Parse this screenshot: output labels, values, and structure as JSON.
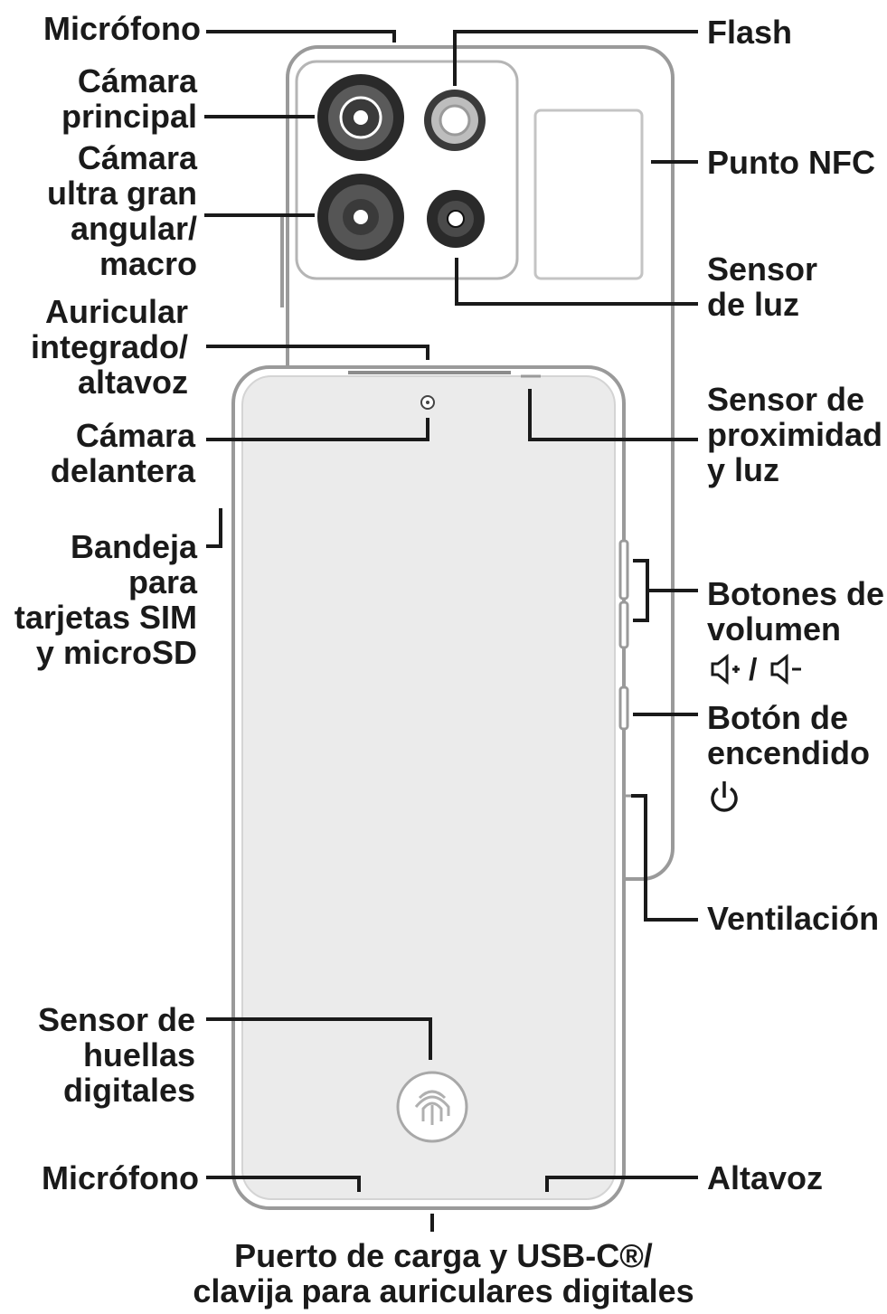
{
  "labels": {
    "microfono_top": [
      "Micrófono"
    ],
    "camara_principal": [
      "Cámara",
      "principal"
    ],
    "camara_ultra": [
      "Cámara",
      "ultra gran",
      "angular/",
      "macro"
    ],
    "auricular": [
      "Auricular",
      "integrado/",
      "altavoz"
    ],
    "camara_delantera": [
      "Cámara",
      "delantera"
    ],
    "bandeja": [
      "Bandeja",
      "para",
      "tarjetas SIM",
      "y microSD"
    ],
    "sensor_huellas": [
      "Sensor de",
      "huellas",
      "digitales"
    ],
    "microfono_bottom": [
      "Micrófono"
    ],
    "flash": [
      "Flash"
    ],
    "punto_nfc": [
      "Punto NFC"
    ],
    "sensor_luz": [
      "Sensor",
      "de luz"
    ],
    "sensor_proximidad": [
      "Sensor de",
      "proximidad",
      "y luz"
    ],
    "botones_volumen": [
      "Botones de",
      "volumen"
    ],
    "boton_encendido": [
      "Botón de",
      "encendido"
    ],
    "ventilacion": [
      "Ventilación"
    ],
    "altavoz": [
      "Altavoz"
    ],
    "puerto_carga": [
      "Puerto de carga y USB-C®/",
      "clavija para auriculares digitales"
    ]
  },
  "icons": {
    "volume": [
      "volume-up-icon",
      "volume-down-icon"
    ],
    "power": "power-icon",
    "fingerprint": "fingerprint-icon"
  },
  "colors": {
    "line": "#1a1a1a",
    "outline": "#9a9a9a",
    "lens_dark": "#222222"
  }
}
